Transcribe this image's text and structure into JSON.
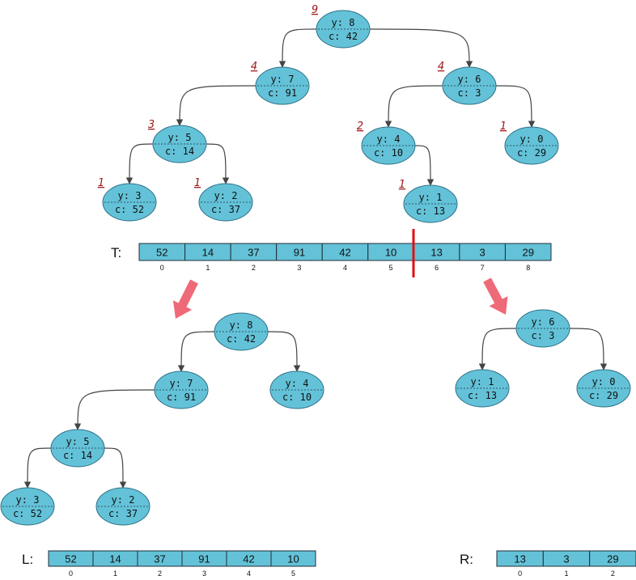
{
  "colors": {
    "node_fill": "#63c2d8",
    "cell_fill": "#63c2d8",
    "size_label": "#a01818",
    "split_line": "#e01010",
    "arrow": "#ef6a78"
  },
  "trees": [
    {
      "id": "T",
      "nodes": [
        {
          "id": "t8",
          "y": "y: 8",
          "c": "c: 42",
          "size": "9"
        },
        {
          "id": "t7",
          "y": "y: 7",
          "c": "c: 91",
          "size": "4"
        },
        {
          "id": "t6",
          "y": "y: 6",
          "c": "c: 3",
          "size": "4"
        },
        {
          "id": "t5",
          "y": "y: 5",
          "c": "c: 14",
          "size": "3"
        },
        {
          "id": "t4",
          "y": "y: 4",
          "c": "c: 10",
          "size": "2"
        },
        {
          "id": "t0",
          "y": "y: 0",
          "c": "c: 29",
          "size": "1"
        },
        {
          "id": "t3",
          "y": "y: 3",
          "c": "c: 52",
          "size": "1"
        },
        {
          "id": "t2",
          "y": "y: 2",
          "c": "c: 37",
          "size": "1"
        },
        {
          "id": "t1",
          "y": "y: 1",
          "c": "c: 13",
          "size": "1"
        }
      ],
      "edges": [
        [
          "t8",
          "t7"
        ],
        [
          "t8",
          "t6"
        ],
        [
          "t7",
          "t5"
        ],
        [
          "t5",
          "t3"
        ],
        [
          "t5",
          "t2"
        ],
        [
          "t6",
          "t4"
        ],
        [
          "t6",
          "t0"
        ],
        [
          "t4",
          "t1"
        ]
      ]
    },
    {
      "id": "L",
      "nodes": [
        {
          "id": "l8",
          "y": "y: 8",
          "c": "c: 42"
        },
        {
          "id": "l7",
          "y": "y: 7",
          "c": "c: 91"
        },
        {
          "id": "l4",
          "y": "y: 4",
          "c": "c: 10"
        },
        {
          "id": "l5",
          "y": "y: 5",
          "c": "c: 14"
        },
        {
          "id": "l3",
          "y": "y: 3",
          "c": "c: 52"
        },
        {
          "id": "l2",
          "y": "y: 2",
          "c": "c: 37"
        }
      ],
      "edges": [
        [
          "l8",
          "l7"
        ],
        [
          "l8",
          "l4"
        ],
        [
          "l7",
          "l5"
        ],
        [
          "l5",
          "l3"
        ],
        [
          "l5",
          "l2"
        ]
      ]
    },
    {
      "id": "R",
      "nodes": [
        {
          "id": "r6",
          "y": "y: 6",
          "c": "c: 3"
        },
        {
          "id": "r1",
          "y": "y: 1",
          "c": "c: 13"
        },
        {
          "id": "r0",
          "y": "y: 0",
          "c": "c: 29"
        }
      ],
      "edges": [
        [
          "r6",
          "r1"
        ],
        [
          "r6",
          "r0"
        ]
      ]
    }
  ],
  "arrays": [
    {
      "id": "T",
      "label": "T:",
      "values": [
        "52",
        "14",
        "37",
        "91",
        "42",
        "10",
        "13",
        "3",
        "29"
      ],
      "indices": [
        "0",
        "1",
        "2",
        "3",
        "4",
        "5",
        "6",
        "7",
        "8"
      ]
    },
    {
      "id": "L",
      "label": "L:",
      "values": [
        "52",
        "14",
        "37",
        "91",
        "42",
        "10"
      ],
      "indices": [
        "0",
        "1",
        "2",
        "3",
        "4",
        "5"
      ]
    },
    {
      "id": "R",
      "label": "R:",
      "values": [
        "13",
        "3",
        "29"
      ],
      "indices": [
        "0",
        "1",
        "2"
      ]
    }
  ]
}
